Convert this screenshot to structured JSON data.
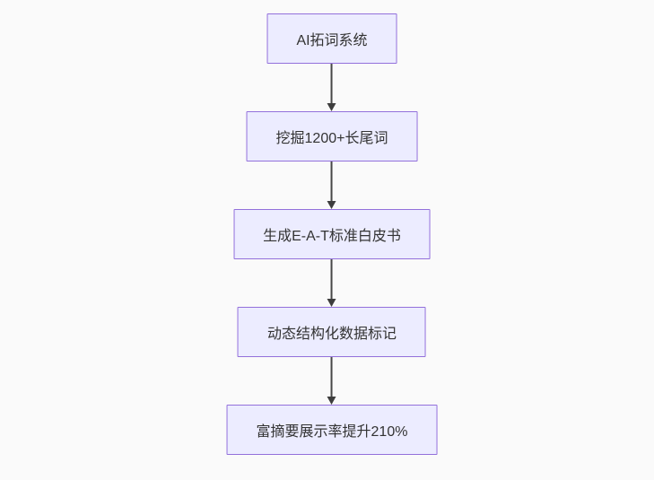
{
  "page": {
    "background": "#fafafa"
  },
  "flowchart": {
    "type": "flowchart",
    "direction": "top-down",
    "nodes": [
      {
        "id": "n1",
        "label": "AI拓词系统"
      },
      {
        "id": "n2",
        "label": "挖掘1200+长尾词"
      },
      {
        "id": "n3",
        "label": "生成E-A-T标准白皮书"
      },
      {
        "id": "n4",
        "label": "动态结构化数据标记"
      },
      {
        "id": "n5",
        "label": "富摘要展示率提升210%"
      }
    ],
    "edges": [
      {
        "from": "n1",
        "to": "n2",
        "style": "arrow-down"
      },
      {
        "from": "n2",
        "to": "n3",
        "style": "arrow-down"
      },
      {
        "from": "n3",
        "to": "n4",
        "style": "arrow-down"
      },
      {
        "from": "n4",
        "to": "n5",
        "style": "arrow-down"
      }
    ],
    "colors": {
      "node_fill": "#ececff",
      "node_border": "#9370db",
      "node_text": "#333333",
      "arrow": "#333333"
    }
  }
}
